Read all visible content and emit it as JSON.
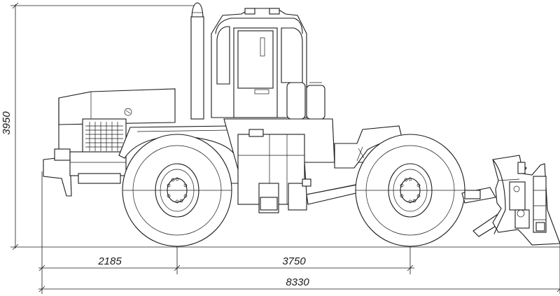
{
  "drawing": {
    "dimensions": {
      "height": "3950",
      "front_overhang": "2185",
      "wheelbase": "3750",
      "overall_length": "8330"
    }
  }
}
